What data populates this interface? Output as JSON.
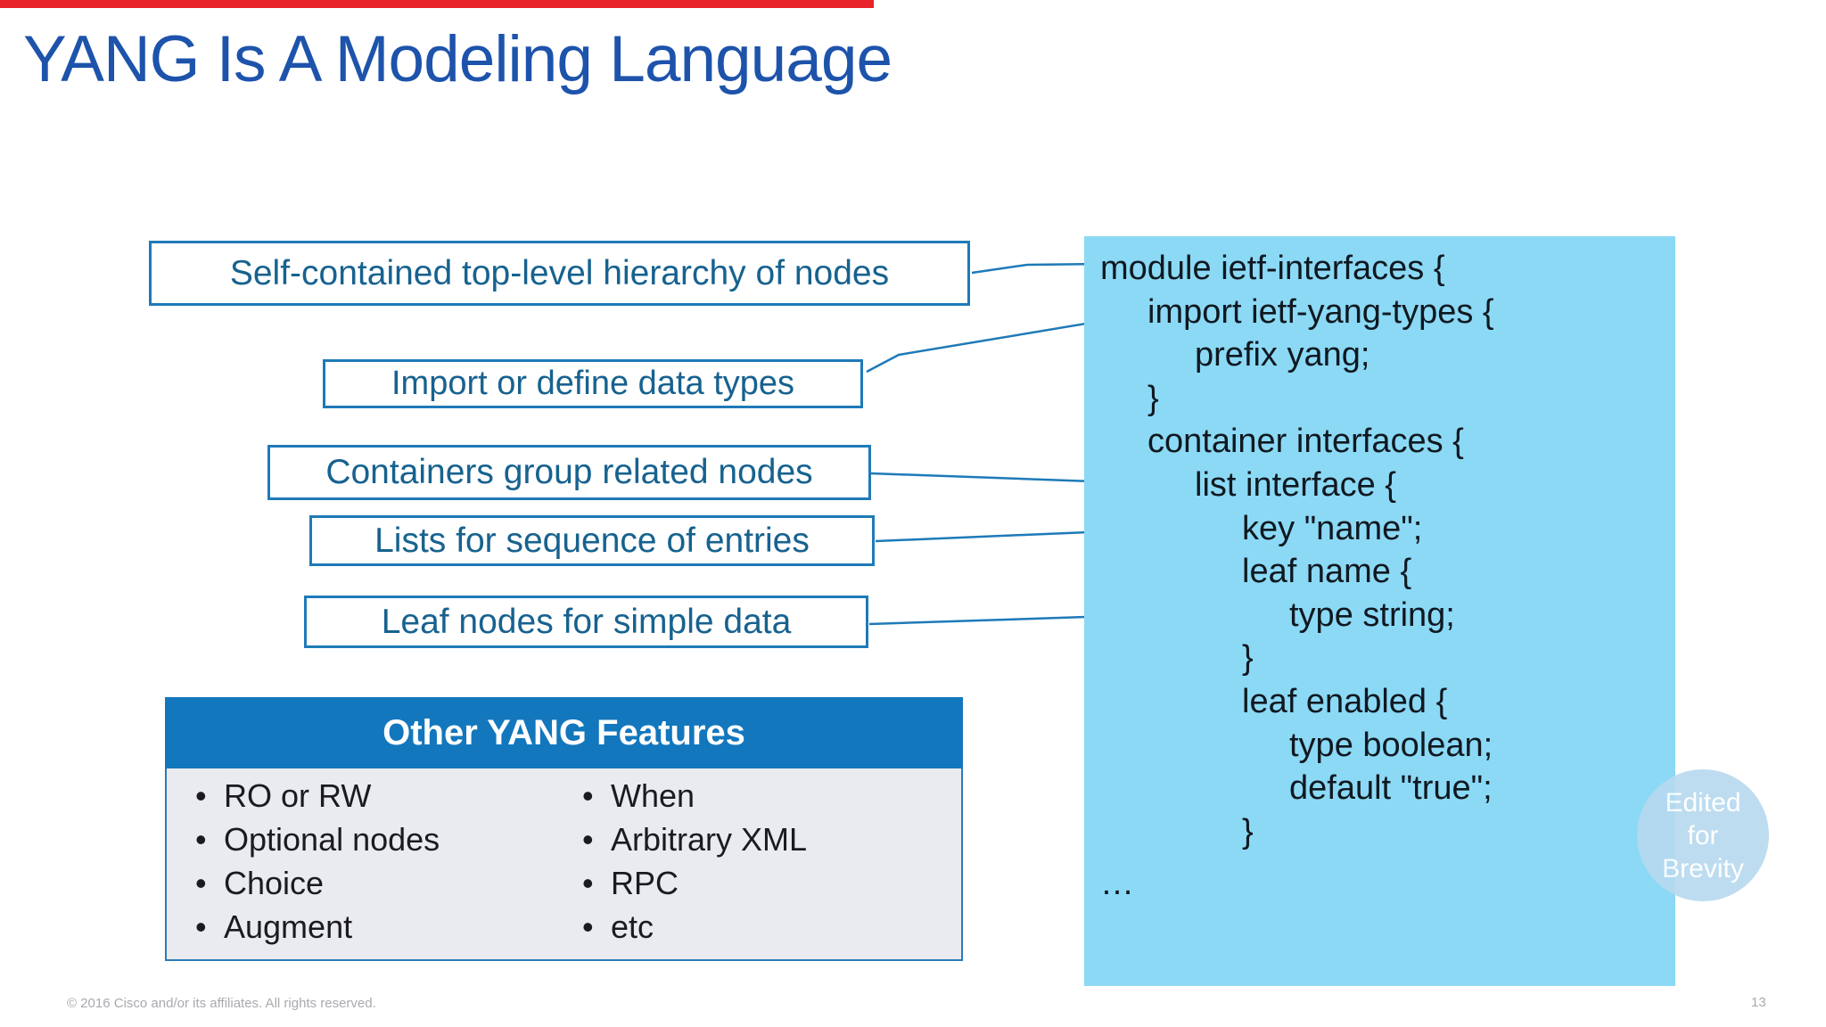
{
  "colors": {
    "accent_red": "#e8232a",
    "title_blue": "#1d53ab",
    "callout_border": "#1e7ab8",
    "callout_text": "#17628f",
    "connector": "#1e7ab8",
    "code_bg": "#8bd9f5",
    "code_text": "#101820",
    "table_header_bg": "#1377bd",
    "table_header_text": "#ffffff",
    "table_body_bg": "#e9ebf1",
    "table_border": "#2b7bb9",
    "badge_bg": "#b7d9ef",
    "badge_text": "#ffffff",
    "footer_text": "#a9a9af"
  },
  "header": {
    "title": "YANG Is A Modeling Language"
  },
  "callouts": [
    {
      "label": "Self-contained top-level hierarchy of nodes"
    },
    {
      "label": "Import or define data types"
    },
    {
      "label": "Containers group related nodes"
    },
    {
      "label": "Lists for sequence of entries"
    },
    {
      "label": "Leaf nodes for simple data"
    }
  ],
  "code_panel": {
    "lines": [
      {
        "indent": 0,
        "text": "module ietf-interfaces {"
      },
      {
        "indent": 1,
        "text": "import ietf-yang-types {"
      },
      {
        "indent": 2,
        "text": "prefix yang;"
      },
      {
        "indent": 1,
        "text": "}"
      },
      {
        "indent": 1,
        "text": "container interfaces {"
      },
      {
        "indent": 2,
        "text": "list interface {"
      },
      {
        "indent": 3,
        "text": "key \"name\";"
      },
      {
        "indent": 3,
        "text": "leaf name {"
      },
      {
        "indent": 4,
        "text": "type string;"
      },
      {
        "indent": 3,
        "text": "}"
      },
      {
        "indent": 3,
        "text": "leaf enabled {"
      },
      {
        "indent": 4,
        "text": "type boolean;"
      },
      {
        "indent": 4,
        "text": "default \"true\";"
      },
      {
        "indent": 3,
        "text": "}"
      },
      {
        "indent": 0,
        "text": "…"
      }
    ]
  },
  "features_table": {
    "header": "Other YANG Features",
    "columns": [
      [
        "RO or RW",
        "Optional nodes",
        "Choice",
        "Augment"
      ],
      [
        "When",
        "Arbitrary XML",
        "RPC",
        "etc"
      ]
    ]
  },
  "badge": {
    "lines": [
      "Edited",
      "for",
      "Brevity"
    ]
  },
  "footer": {
    "copyright": "© 2016 Cisco and/or its affiliates. All rights reserved.",
    "page_number": "13"
  }
}
